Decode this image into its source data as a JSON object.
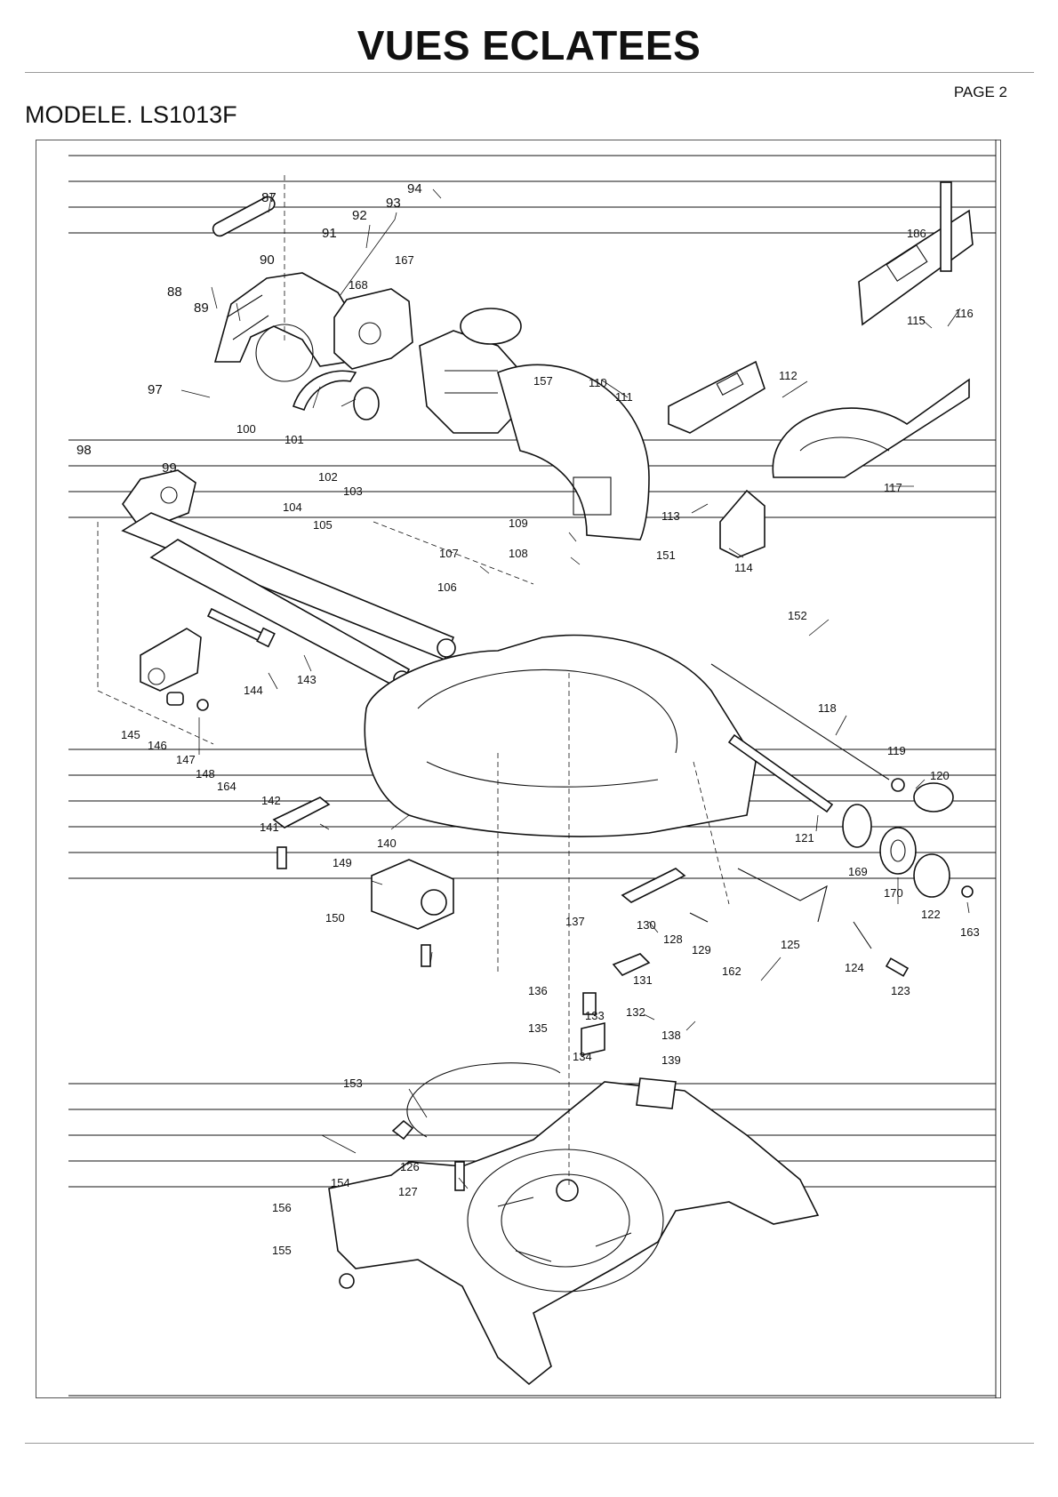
{
  "header": {
    "title": "VUES ECLATEES",
    "page": "PAGE 2",
    "model": "MODELE. LS1013F"
  },
  "parts": [
    "87",
    "88",
    "89",
    "90",
    "91",
    "92",
    "93",
    "94",
    "167",
    "168",
    "97",
    "100",
    "101",
    "98",
    "99",
    "102",
    "103",
    "104",
    "105",
    "157",
    "110",
    "111",
    "112",
    "113",
    "114",
    "115",
    "116",
    "117",
    "186",
    "109",
    "107",
    "106",
    "108",
    "151",
    "152",
    "118",
    "119",
    "120",
    "121",
    "169",
    "170",
    "122",
    "163",
    "143",
    "144",
    "145",
    "146",
    "147",
    "148",
    "164",
    "142",
    "141",
    "140",
    "149",
    "150",
    "137",
    "130",
    "128",
    "129",
    "162",
    "125",
    "124",
    "123",
    "131",
    "132",
    "133",
    "136",
    "135",
    "134",
    "138",
    "139",
    "153",
    "126",
    "127",
    "154",
    "156",
    "155"
  ]
}
